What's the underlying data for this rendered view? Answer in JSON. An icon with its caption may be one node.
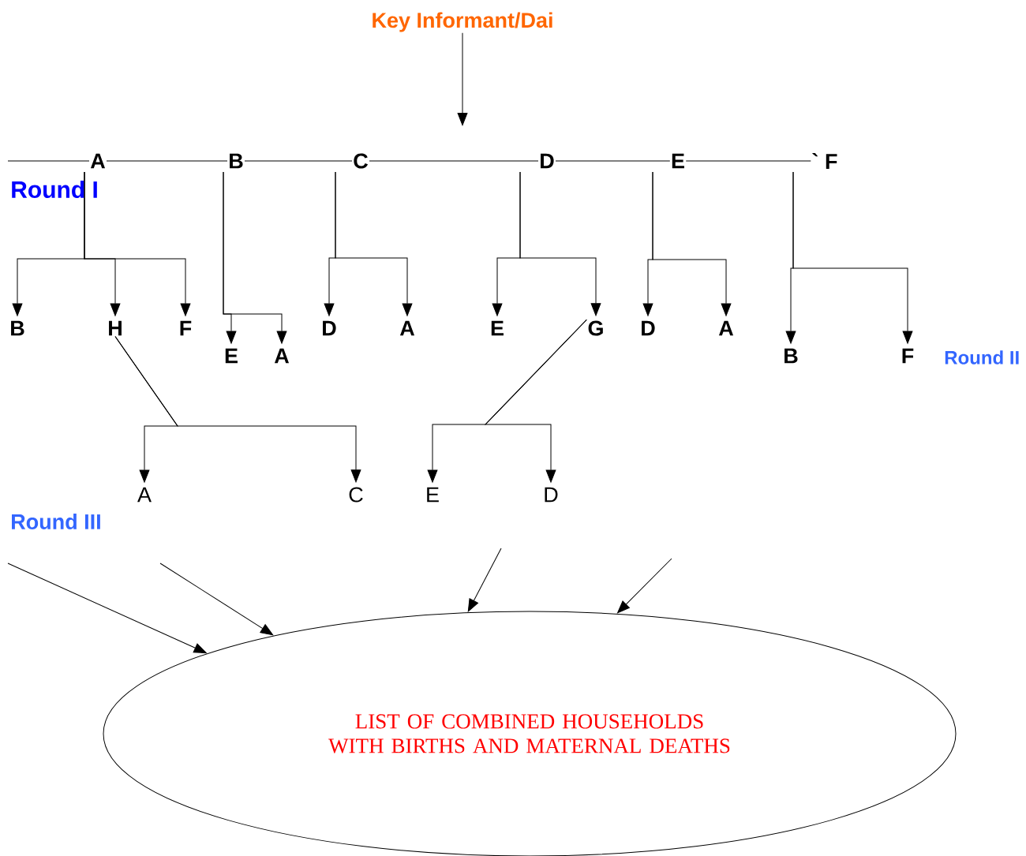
{
  "diagram": {
    "nodes": [
      {
        "text": [
          "Key Informant/Dai"
        ]
      },
      {
        "text": [
          "A"
        ]
      },
      {
        "text": [
          "B"
        ]
      },
      {
        "text": [
          "C"
        ]
      },
      {
        "text": [
          "D"
        ]
      },
      {
        "text": [
          "E"
        ]
      },
      {
        "text": [
          "` F"
        ]
      },
      {
        "text": [
          "B"
        ]
      },
      {
        "text": [
          "H"
        ]
      },
      {
        "text": [
          "F"
        ]
      },
      {
        "text": [
          "E"
        ]
      },
      {
        "text": [
          "A"
        ]
      },
      {
        "text": [
          "D"
        ]
      },
      {
        "text": [
          "A"
        ]
      },
      {
        "text": [
          "E"
        ]
      },
      {
        "text": [
          "G"
        ]
      },
      {
        "text": [
          "D"
        ]
      },
      {
        "text": [
          "A"
        ]
      },
      {
        "text": [
          "B"
        ]
      },
      {
        "text": [
          "F"
        ]
      },
      {
        "text": [
          "A"
        ]
      },
      {
        "text": [
          "C"
        ]
      },
      {
        "text": [
          "E"
        ]
      },
      {
        "text": [
          "D"
        ]
      },
      {
        "text": [
          "LIST OF COMBINED HOUSEHOLDS WITH BIRTHS AND MATERNAL DEATHS"
        ]
      }
    ],
    "edges": [
      {
        "from": 0,
        "to": null,
        "arrow": "to"
      },
      {
        "from": null,
        "to": 1,
        "arrow": "none"
      },
      {
        "from": 1,
        "to": 2,
        "arrow": "none"
      },
      {
        "from": 2,
        "to": 3,
        "arrow": "none"
      },
      {
        "from": 3,
        "to": 4,
        "arrow": "none"
      },
      {
        "from": 4,
        "to": 5,
        "arrow": "none"
      },
      {
        "from": 5,
        "to": 6,
        "arrow": "none"
      },
      {
        "from": 1,
        "to": 7,
        "arrow": "to"
      },
      {
        "from": 1,
        "to": 8,
        "arrow": "to"
      },
      {
        "from": 1,
        "to": 9,
        "arrow": "to"
      },
      {
        "from": 2,
        "to": 10,
        "arrow": "to"
      },
      {
        "from": 2,
        "to": 11,
        "arrow": "to"
      },
      {
        "from": 3,
        "to": 12,
        "arrow": "to"
      },
      {
        "from": 3,
        "to": 13,
        "arrow": "to"
      },
      {
        "from": 4,
        "to": 14,
        "arrow": "to"
      },
      {
        "from": 4,
        "to": 15,
        "arrow": "to"
      },
      {
        "from": 5,
        "to": 16,
        "arrow": "to"
      },
      {
        "from": 5,
        "to": 17,
        "arrow": "to"
      },
      {
        "from": 6,
        "to": 18,
        "arrow": "to"
      },
      {
        "from": 6,
        "to": 19,
        "arrow": "to"
      },
      {
        "from": 8,
        "to": 20,
        "arrow": "to"
      },
      {
        "from": 8,
        "to": 21,
        "arrow": "to"
      },
      {
        "from": 15,
        "to": 22,
        "arrow": "to"
      },
      {
        "from": 15,
        "to": 23,
        "arrow": "to"
      },
      {
        "from": null,
        "to": 24,
        "arrow": "to"
      },
      {
        "from": null,
        "to": 24,
        "arrow": "to"
      },
      {
        "from": null,
        "to": 24,
        "arrow": "to"
      },
      {
        "from": null,
        "to": 24,
        "arrow": "to"
      }
    ],
    "labels": [
      "Round I",
      "Round II",
      "Round III"
    ]
  }
}
